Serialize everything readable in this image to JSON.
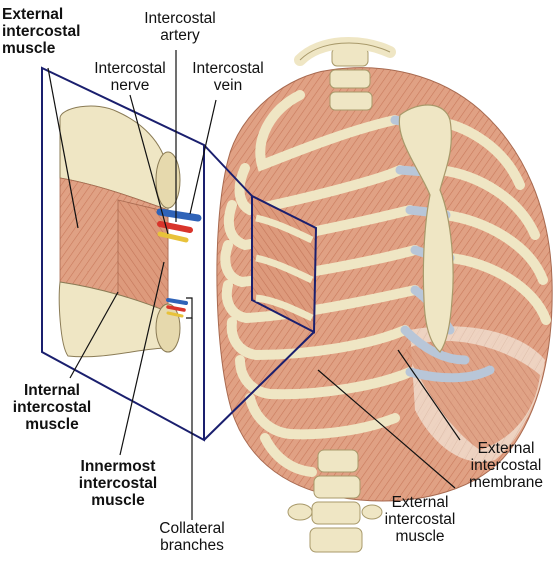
{
  "labels": {
    "external_intercostal_muscle_left": "External\nintercostal\nmuscle",
    "intercostal_artery": "Intercostal\nartery",
    "intercostal_nerve": "Intercostal\nnerve",
    "intercostal_vein": "Intercostal\nvein",
    "internal_intercostal_muscle": "Internal\nintercostal\nmuscle",
    "innermost_intercostal_muscle": "Innermost\nintercostal\nmuscle",
    "collateral_branches": "Collateral\nbranches",
    "external_intercostal_membrane": "External\nintercostal\nmembrane",
    "external_intercostal_muscle_right": "External\nintercostal\nmuscle"
  },
  "colors": {
    "muscle": "#e0a184",
    "muscle_dark": "#c97a5c",
    "bone": "#efe6c4",
    "bone_shade": "#d8caa0",
    "cartilage": "#b8c6d8",
    "membrane": "#efd8c8",
    "frame": "#1a1f6e",
    "artery": "#d9342b",
    "vein": "#2f63b8",
    "nerve": "#e8c23a"
  }
}
